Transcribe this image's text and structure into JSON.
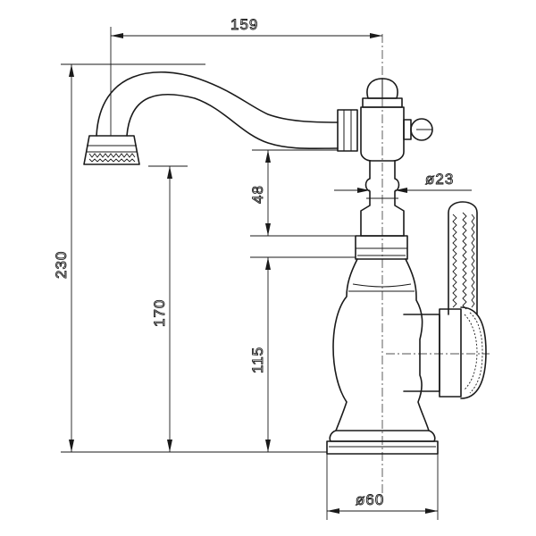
{
  "dimensions": {
    "spout_reach": "159",
    "overall_height": "230",
    "spout_height": "170",
    "body_height": "115",
    "upper_body_height": "48",
    "stem_diameter": "ø23",
    "base_diameter": "ø60"
  }
}
